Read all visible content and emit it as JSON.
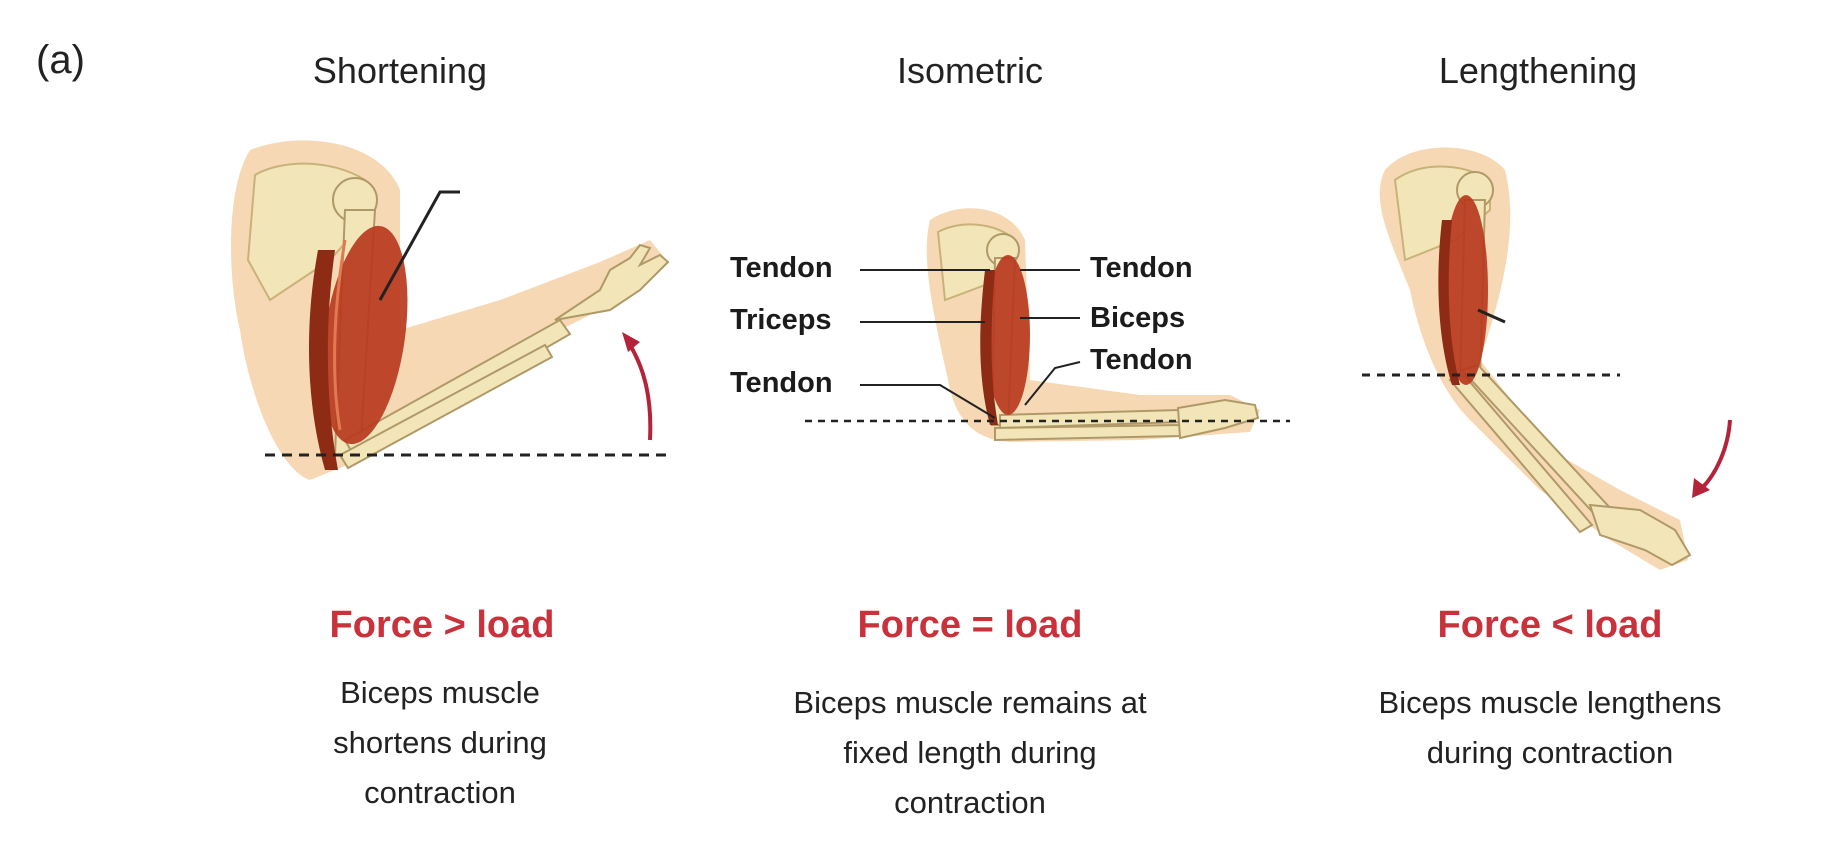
{
  "panel_label": "(a)",
  "columns": [
    {
      "heading": "Shortening",
      "force": "Force > load",
      "description": "Biceps muscle\nshortens during\ncontraction"
    },
    {
      "heading": "Isometric",
      "force": "Force = load",
      "description": "Biceps muscle remains at\nfixed length during\ncontraction"
    },
    {
      "heading": "Lengthening",
      "force": "Force < load",
      "description": "Biceps muscle lengthens\nduring contraction"
    }
  ],
  "labels": {
    "tendon_left_upper": "Tendon",
    "triceps": "Triceps",
    "tendon_left_lower": "Tendon",
    "tendon_right_upper": "Tendon",
    "biceps": "Biceps",
    "tendon_right_lower": "Tendon"
  },
  "colors": {
    "force_text": "#c9323a",
    "skin": "#f6d9b4",
    "bone": "#f2e6b8",
    "muscle": "#b83a1e",
    "arrow": "#b3233a"
  }
}
